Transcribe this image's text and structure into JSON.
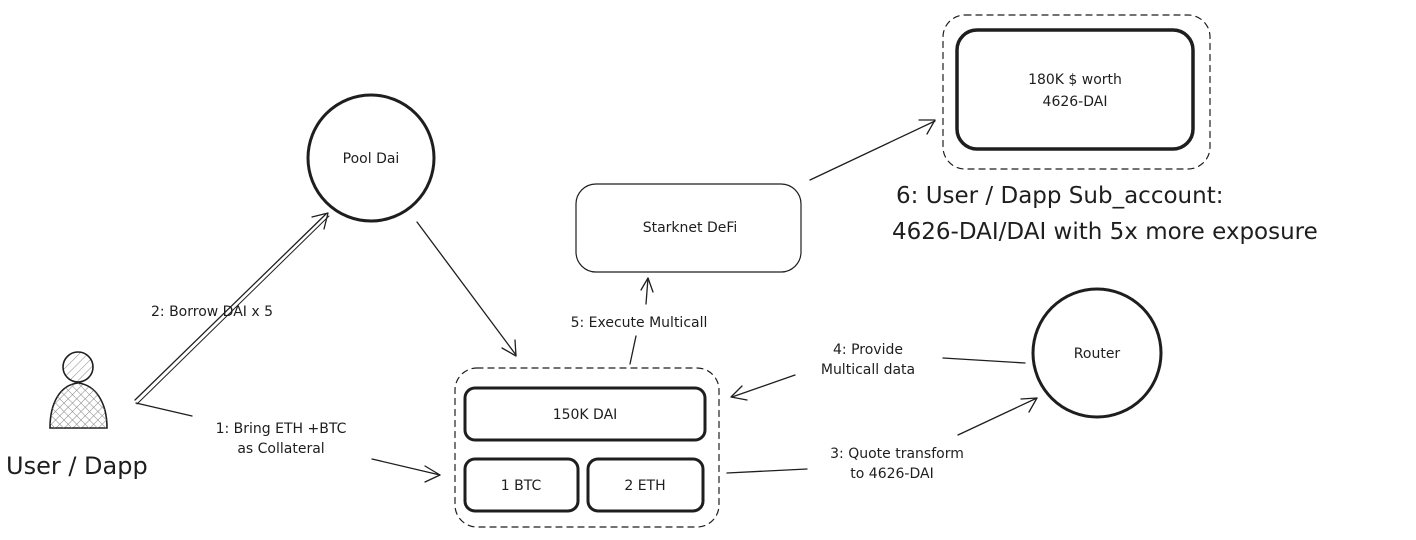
{
  "nodes": {
    "user": "User / Dapp",
    "pool": "Pool Dai",
    "starknet": "Starknet DeFi",
    "router": "Router",
    "dai_box": "150K DAI",
    "btc_box": "1 BTC",
    "eth_box": "2 ETH",
    "result_line1": "180K $ worth",
    "result_line2": "4626-DAI"
  },
  "steps": {
    "step1_line1": "1: Bring ETH +BTC",
    "step1_line2": "as Collateral",
    "step2": "2: Borrow DAI x 5",
    "step3_line1": "3: Quote transform",
    "step3_line2": "to 4626-DAI",
    "step4_line1": "4: Provide",
    "step4_line2": "Multicall data",
    "step5": "5: Execute Multicall",
    "step6_line1": "6: User / Dapp Sub_account:",
    "step6_line2": "4626-DAI/DAI with 5x more exposure"
  }
}
